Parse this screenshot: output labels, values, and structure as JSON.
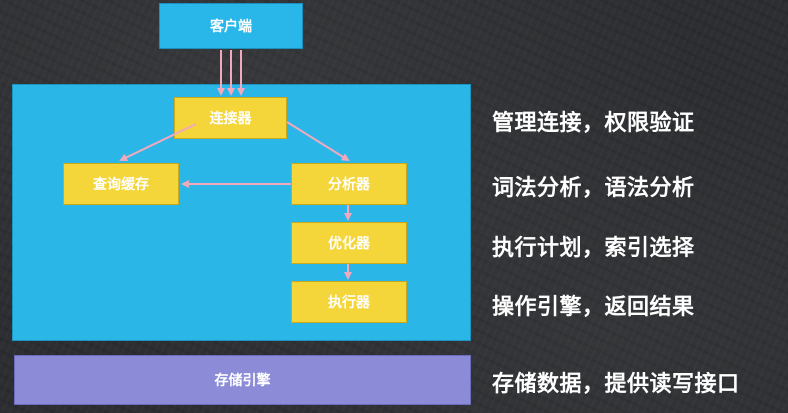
{
  "client": {
    "label": "客户端"
  },
  "nodes": {
    "connector": "连接器",
    "cache": "查询缓存",
    "analyzer": "分析器",
    "optimizer": "优化器",
    "executor": "执行器"
  },
  "storage": {
    "label": "存储引擎"
  },
  "descriptions": [
    "管理连接，权限验证",
    "词法分析，语法分析",
    "执行计划，索引选择",
    "操作引擎，返回结果",
    "存储数据，提供读写接口"
  ],
  "colors": {
    "client_box": "#29b6e9",
    "server_box": "#2bb6e8",
    "component_box": "#f4d53a",
    "storage_box": "#8b8bd8",
    "arrow": "#f2a9bd",
    "text": "#ffffff"
  }
}
